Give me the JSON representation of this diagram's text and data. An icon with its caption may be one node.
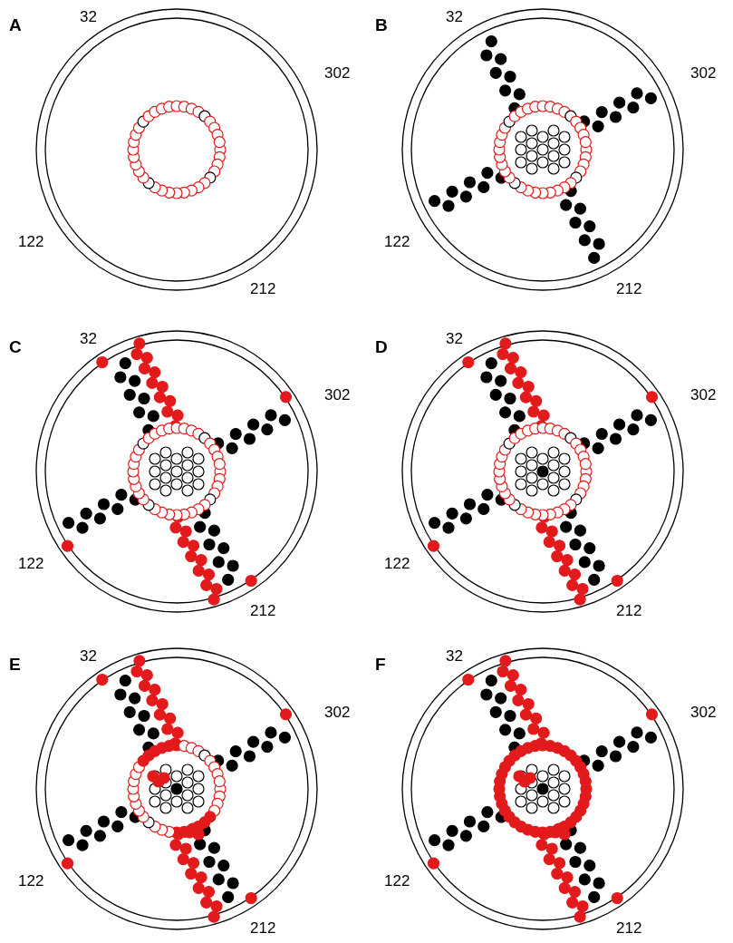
{
  "diagram": {
    "labels": [
      "A",
      "32",
      "302",
      "122",
      "212",
      "B",
      "32",
      "302",
      "122",
      "212",
      "C",
      "32",
      "302",
      "122",
      "212",
      "D",
      "32",
      "302",
      "122",
      "212",
      "E",
      "32",
      "302",
      "122",
      "212",
      "F",
      "32",
      "302",
      "122",
      "212"
    ]
  }
}
